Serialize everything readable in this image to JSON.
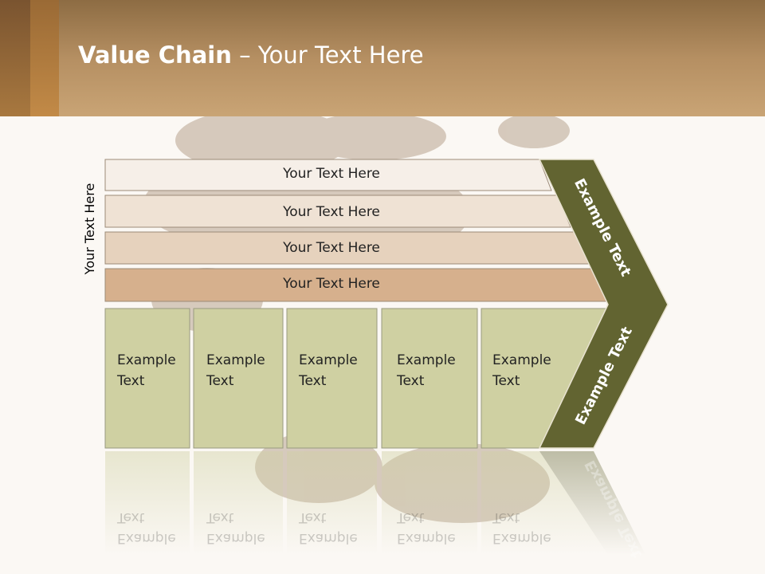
{
  "title": {
    "bold": "Value Chain",
    "rest": " – Your Text Here"
  },
  "side_label": "Your Text Here",
  "rows": [
    {
      "label": "Your Text Here",
      "color": "#f6efe8"
    },
    {
      "label": "Your Text Here",
      "color": "#efe2d4"
    },
    {
      "label": "Your Text Here",
      "color": "#e6d2bd"
    },
    {
      "label": "Your Text Here",
      "color": "#d6b08d"
    }
  ],
  "columns": [
    {
      "line1": "Example",
      "line2": "Text"
    },
    {
      "line1": "Example",
      "line2": "Text"
    },
    {
      "line1": "Example",
      "line2": "Text"
    },
    {
      "line1": "Example",
      "line2": "Text"
    },
    {
      "line1": "Example",
      "line2": "Text"
    }
  ],
  "arrow": {
    "upper": "Example Text",
    "lower": "Example Text",
    "color": "#626431"
  },
  "colors": {
    "column_fill": "#cfd0a2",
    "header": "#b58f62"
  }
}
